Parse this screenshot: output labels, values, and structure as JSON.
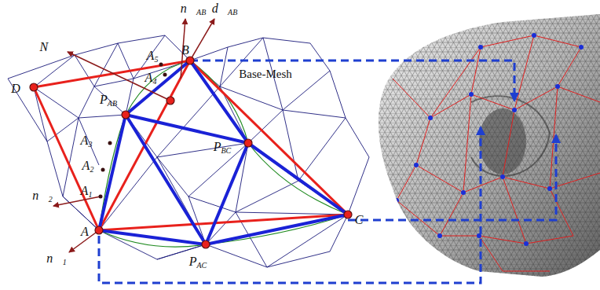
{
  "diagram": {
    "labels": [
      "N⃗",
      "n⃗AB",
      "d⃗AB",
      "A5",
      "B",
      "A4",
      "D",
      "PAB",
      "Base-Mesh",
      "A3",
      "PBC",
      "A2",
      "n⃗2",
      "A1",
      "C",
      "A",
      "n⃗1",
      "PAC"
    ]
  }
}
